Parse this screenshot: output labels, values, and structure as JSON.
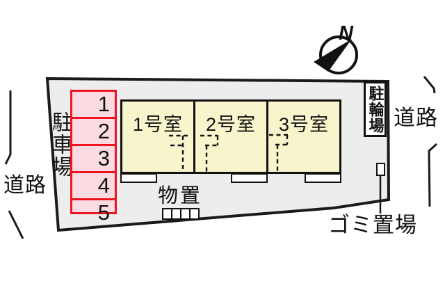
{
  "compass": {
    "label": "N"
  },
  "roads": {
    "left_label": "道路",
    "right_label": "道路"
  },
  "parking": {
    "label": "駐車場",
    "space_numbers": [
      "1",
      "2",
      "3",
      "4",
      "5"
    ],
    "fill_color": "#fbdbe2",
    "border_color": "#ee1420"
  },
  "building": {
    "rooms": [
      {
        "label": "1号室"
      },
      {
        "label": "2号室"
      },
      {
        "label": "3号室"
      }
    ],
    "fill_color": "#f8f5cd"
  },
  "storage": {
    "label": "物置",
    "locker_count": 4
  },
  "bicycle_parking": {
    "label": "駐輪場"
  },
  "garbage_area": {
    "label": "ゴミ置場"
  },
  "site": {
    "fill_color": "#ededed",
    "line_color": "#1a1a1a"
  }
}
